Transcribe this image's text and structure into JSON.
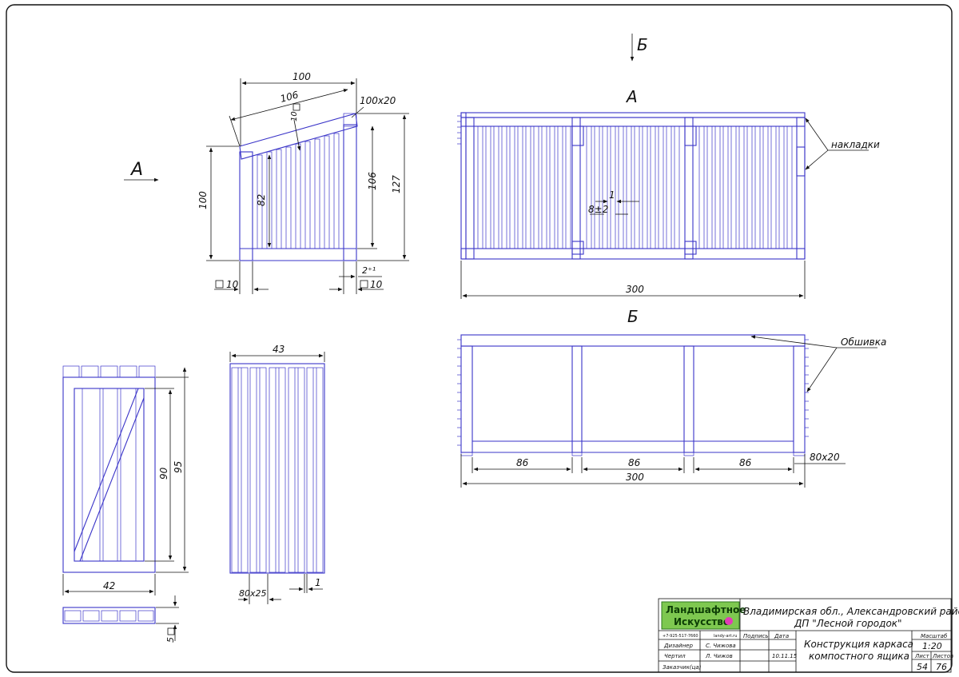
{
  "views": {
    "marker_a": "А",
    "marker_b": "Б",
    "side_view": {
      "dims": {
        "top_width": "100",
        "slope_len": "106",
        "board": "100х20",
        "sq_slope": "10",
        "left_h": "100",
        "mid_h": "82",
        "right_h": "106",
        "total_h": "127",
        "sq_left": "10",
        "sq_right": "10",
        "gap": "2⁺¹"
      }
    },
    "front_view": {
      "title": "А",
      "label_overlays": "накладки",
      "dims": {
        "slat": "8±2",
        "gap": "1",
        "total": "300"
      }
    },
    "top_view": {
      "title": "Б",
      "label_sheathing": "Обшивка",
      "dims": {
        "span1": "86",
        "span2": "86",
        "span3": "86",
        "board": "80х20",
        "total": "300"
      }
    },
    "panel_view": {
      "dims": {
        "inner_h": "90",
        "outer_h": "95",
        "width": "42",
        "sq": "5"
      }
    },
    "slat_view": {
      "dims": {
        "width": "43",
        "board": "80х25",
        "gap": "1"
      }
    }
  },
  "title_block": {
    "logo_line1": "Ландшафтное",
    "logo_line2": "Искусство",
    "phone": "+7-925-517-7660",
    "site": "landy-art.ru",
    "location_line1": "Владимирская обл., Александровский район,",
    "location_line2": "ДП \"Лесной городок\"",
    "col_sign": "Подпись",
    "col_date": "Дата",
    "row1_role": "Дизайнер",
    "row1_name": "С. Чижова",
    "row2_role": "Чертил",
    "row2_name": "Л. Чижов",
    "row2_date": "10.11.15",
    "row3_role": "Заказчик(ца)",
    "title_line1": "Конструкция каркаса",
    "title_line2": "компостного ящика",
    "scale_label": "Масштаб",
    "scale_value": "1:20",
    "sheet_label": "Лист",
    "sheets_label": "Листов",
    "sheet_value": "54",
    "sheets_value": "76"
  }
}
